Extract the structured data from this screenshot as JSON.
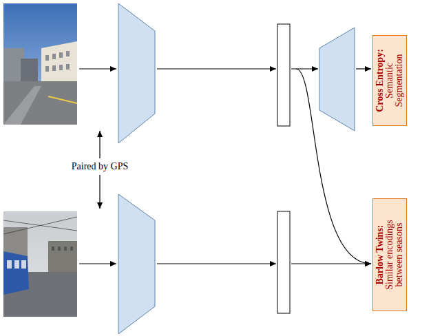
{
  "diagram": {
    "nodes": [
      {
        "text": [
          "Cross Entropy:",
          "Semantic Segmentation"
        ]
      },
      {
        "text": [
          "Barlow Twins:",
          "Similar encodings between seasons"
        ]
      }
    ],
    "labels": [
      "Paired by GPS"
    ]
  }
}
